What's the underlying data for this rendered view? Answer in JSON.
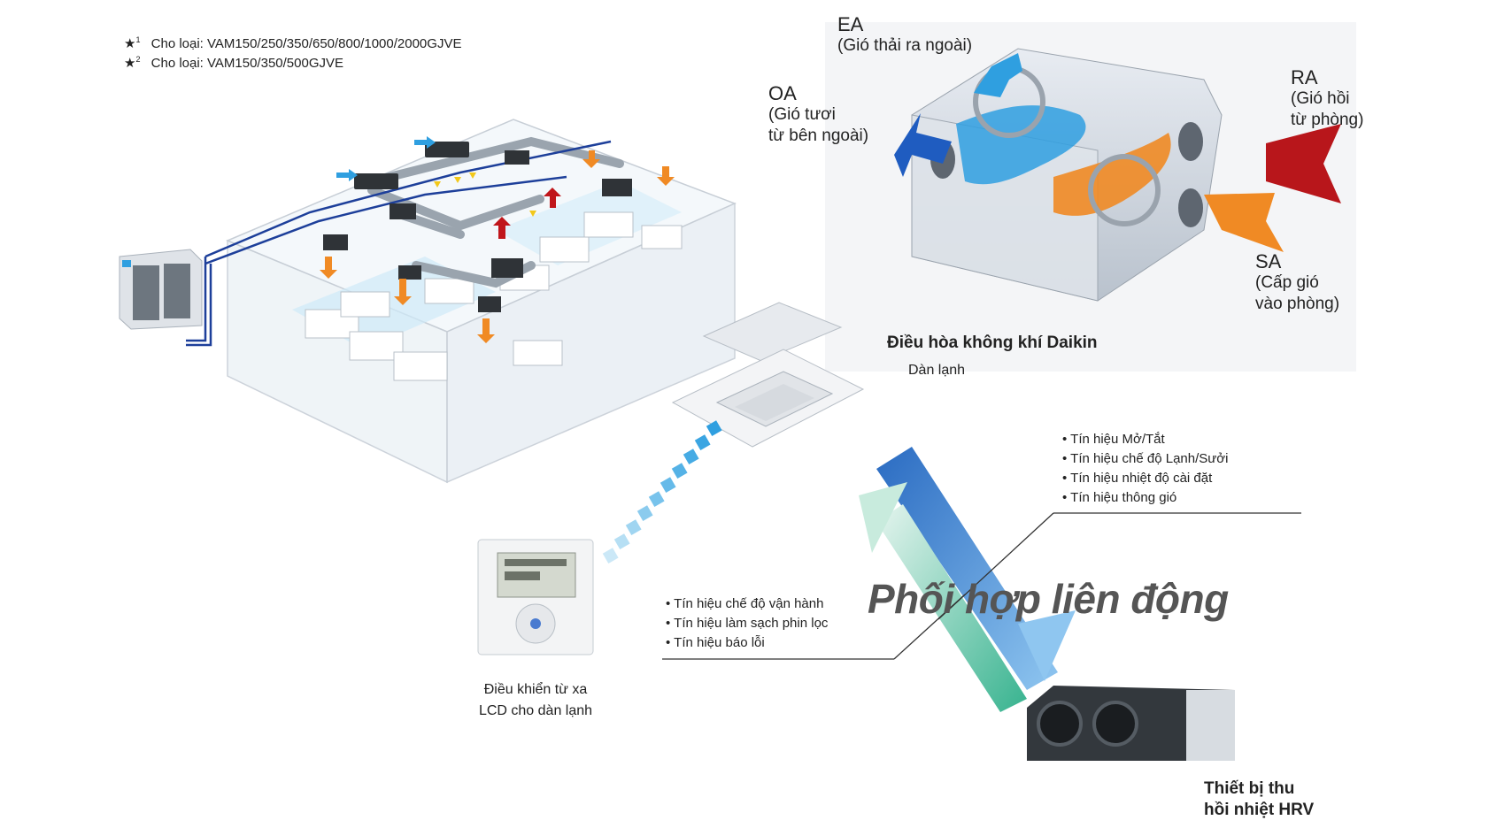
{
  "notes": [
    {
      "mark": "★",
      "sup": "1",
      "text": "Cho loại: VAM150/250/350/650/800/1000/2000GJVE"
    },
    {
      "mark": "★",
      "sup": "2",
      "text": "Cho loại: VAM150/350/500GJVE"
    }
  ],
  "airflow": {
    "ea": {
      "code": "EA",
      "desc": "(Gió thải ra ngoài)"
    },
    "oa": {
      "code": "OA",
      "desc1": "(Gió tươi",
      "desc2": "từ bên ngoài)"
    },
    "ra": {
      "code": "RA",
      "desc1": "(Gió hồi",
      "desc2": "từ phòng)"
    },
    "sa": {
      "code": "SA",
      "desc1": "(Cấp gió",
      "desc2": "vào phòng)"
    }
  },
  "indoor_unit": {
    "title": "Điều hòa không khí Daikin",
    "subtitle": "Dàn lạnh"
  },
  "remote": {
    "line1": "Điều khiển từ xa",
    "line2": "LCD cho dàn lạnh"
  },
  "hrv": {
    "line1": "Thiết bị thu",
    "line2": "hồi nhiệt HRV"
  },
  "slogan": "Phối hợp liên động",
  "signals_to_hrv": [
    "Tín hiệu Mở/Tắt",
    "Tín hiệu chế độ Lạnh/Sưởi",
    "Tín hiệu nhiệt độ cài đặt",
    "Tín hiệu thông gió"
  ],
  "signals_from_hrv": [
    "Tín hiệu chế độ vận hành",
    "Tín hiệu làm sạch phin lọc",
    "Tín hiệu báo lỗi"
  ],
  "colors": {
    "blue_arrow": "#1f6fc4",
    "green_arrow": "#3fb28f",
    "red_arrow": "#b8161b",
    "orange_arrow": "#f08a24",
    "cool_air": "#2f9fe0"
  }
}
